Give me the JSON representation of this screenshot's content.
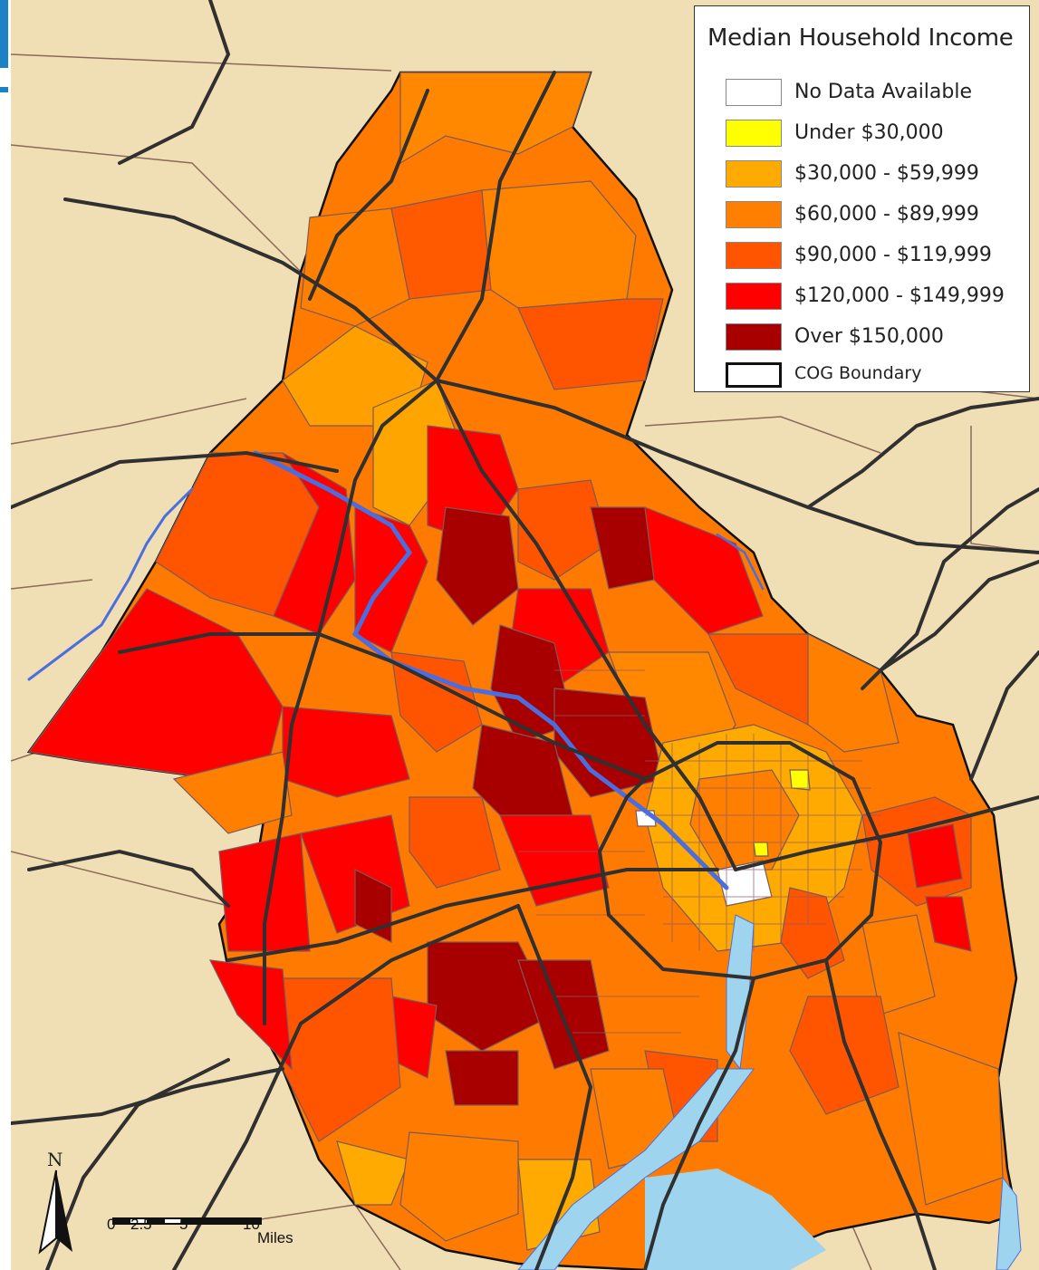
{
  "legend": {
    "title": "Median Household Income",
    "items": [
      {
        "label": "No Data Available",
        "color": "#ffffff"
      },
      {
        "label": "Under $30,000",
        "color": "#ffff00"
      },
      {
        "label": "$30,000 - $59,999",
        "color": "#ffaa00"
      },
      {
        "label": "$60,000 - $89,999",
        "color": "#ff8000"
      },
      {
        "label": "$90,000 - $119,999",
        "color": "#ff5500"
      },
      {
        "label": "$120,000 - $149,999",
        "color": "#ff0000"
      },
      {
        "label": "Over $150,000",
        "color": "#a80000"
      },
      {
        "label": "COG Boundary",
        "color": "#ffffff"
      }
    ]
  },
  "north_arrow": {
    "label": "N"
  },
  "scale_bar": {
    "ticks": [
      "0",
      "2.5",
      "5",
      "10"
    ],
    "unit": "Miles"
  },
  "colors": {
    "background": "#f0deb4",
    "water": "#9fd4ee",
    "river": "#4a6ee0",
    "roads": "#303030",
    "tract_lines": "#7a5a5a"
  }
}
